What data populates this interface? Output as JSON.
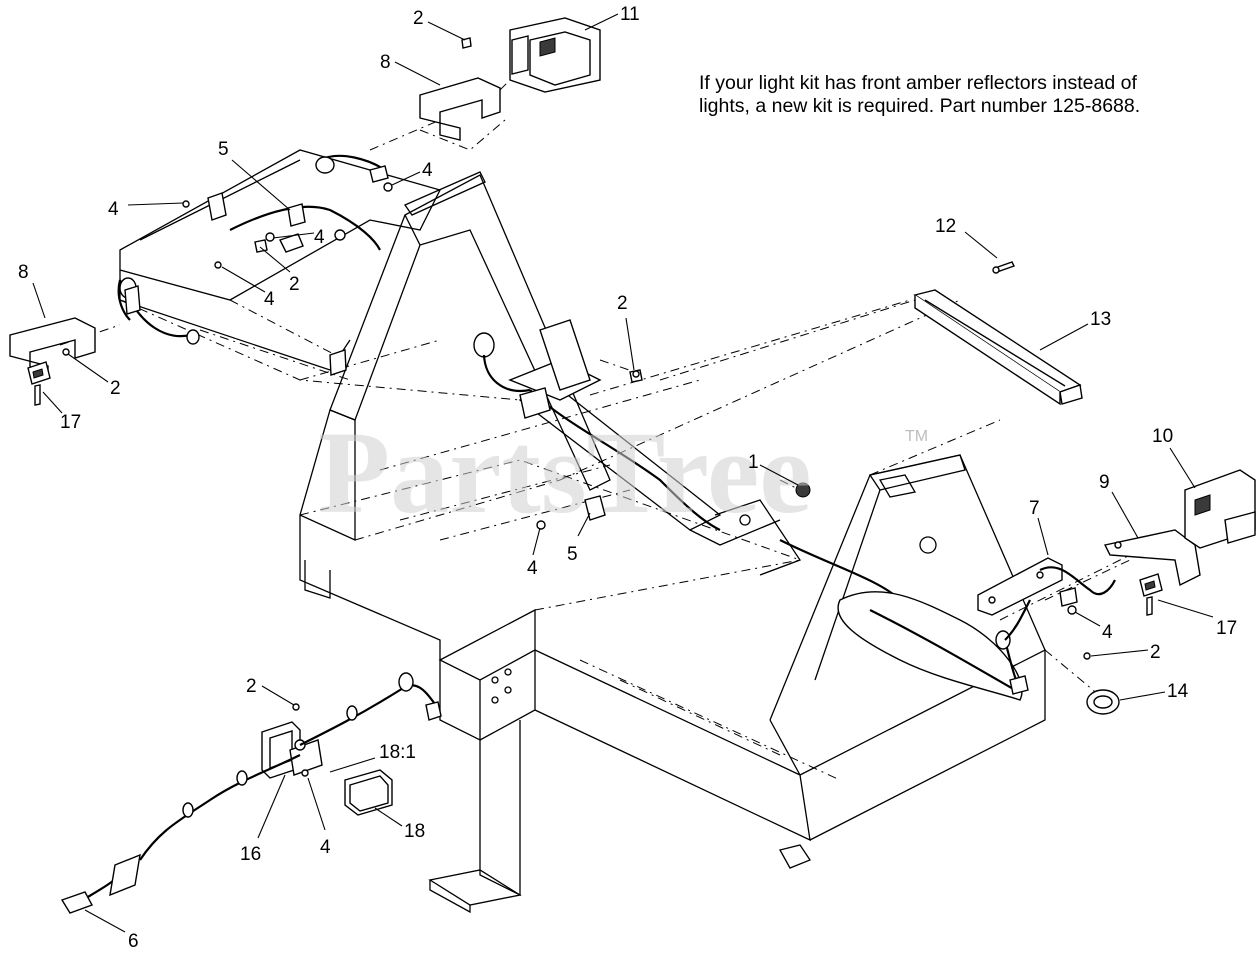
{
  "note": {
    "line1": "If your light kit has front amber reflectors instead of",
    "line2": "lights, a new kit is required. Part number 125-8688."
  },
  "watermark": {
    "text": "PartsTree",
    "tm": "TM"
  },
  "callouts": [
    {
      "id": "c2a",
      "label": "2"
    },
    {
      "id": "c11",
      "label": "11"
    },
    {
      "id": "c8a",
      "label": "8"
    },
    {
      "id": "c5a",
      "label": "5"
    },
    {
      "id": "c4a",
      "label": "4"
    },
    {
      "id": "c4b",
      "label": "4"
    },
    {
      "id": "c4c",
      "label": "4"
    },
    {
      "id": "c2b",
      "label": "2"
    },
    {
      "id": "c4d",
      "label": "4"
    },
    {
      "id": "c8b",
      "label": "8"
    },
    {
      "id": "c2c",
      "label": "2"
    },
    {
      "id": "c17a",
      "label": "17"
    },
    {
      "id": "c12",
      "label": "12"
    },
    {
      "id": "c2d",
      "label": "2"
    },
    {
      "id": "c13",
      "label": "13"
    },
    {
      "id": "c10",
      "label": "10"
    },
    {
      "id": "c1",
      "label": "1"
    },
    {
      "id": "c9",
      "label": "9"
    },
    {
      "id": "c7",
      "label": "7"
    },
    {
      "id": "c4e",
      "label": "4"
    },
    {
      "id": "c5b",
      "label": "5"
    },
    {
      "id": "c17b",
      "label": "17"
    },
    {
      "id": "c4f",
      "label": "4"
    },
    {
      "id": "c2e",
      "label": "2"
    },
    {
      "id": "c14",
      "label": "14"
    },
    {
      "id": "c2f",
      "label": "2"
    },
    {
      "id": "c181",
      "label": "18:1"
    },
    {
      "id": "c18",
      "label": "18"
    },
    {
      "id": "c16",
      "label": "16"
    },
    {
      "id": "c4g",
      "label": "4"
    },
    {
      "id": "c6",
      "label": "6"
    }
  ]
}
